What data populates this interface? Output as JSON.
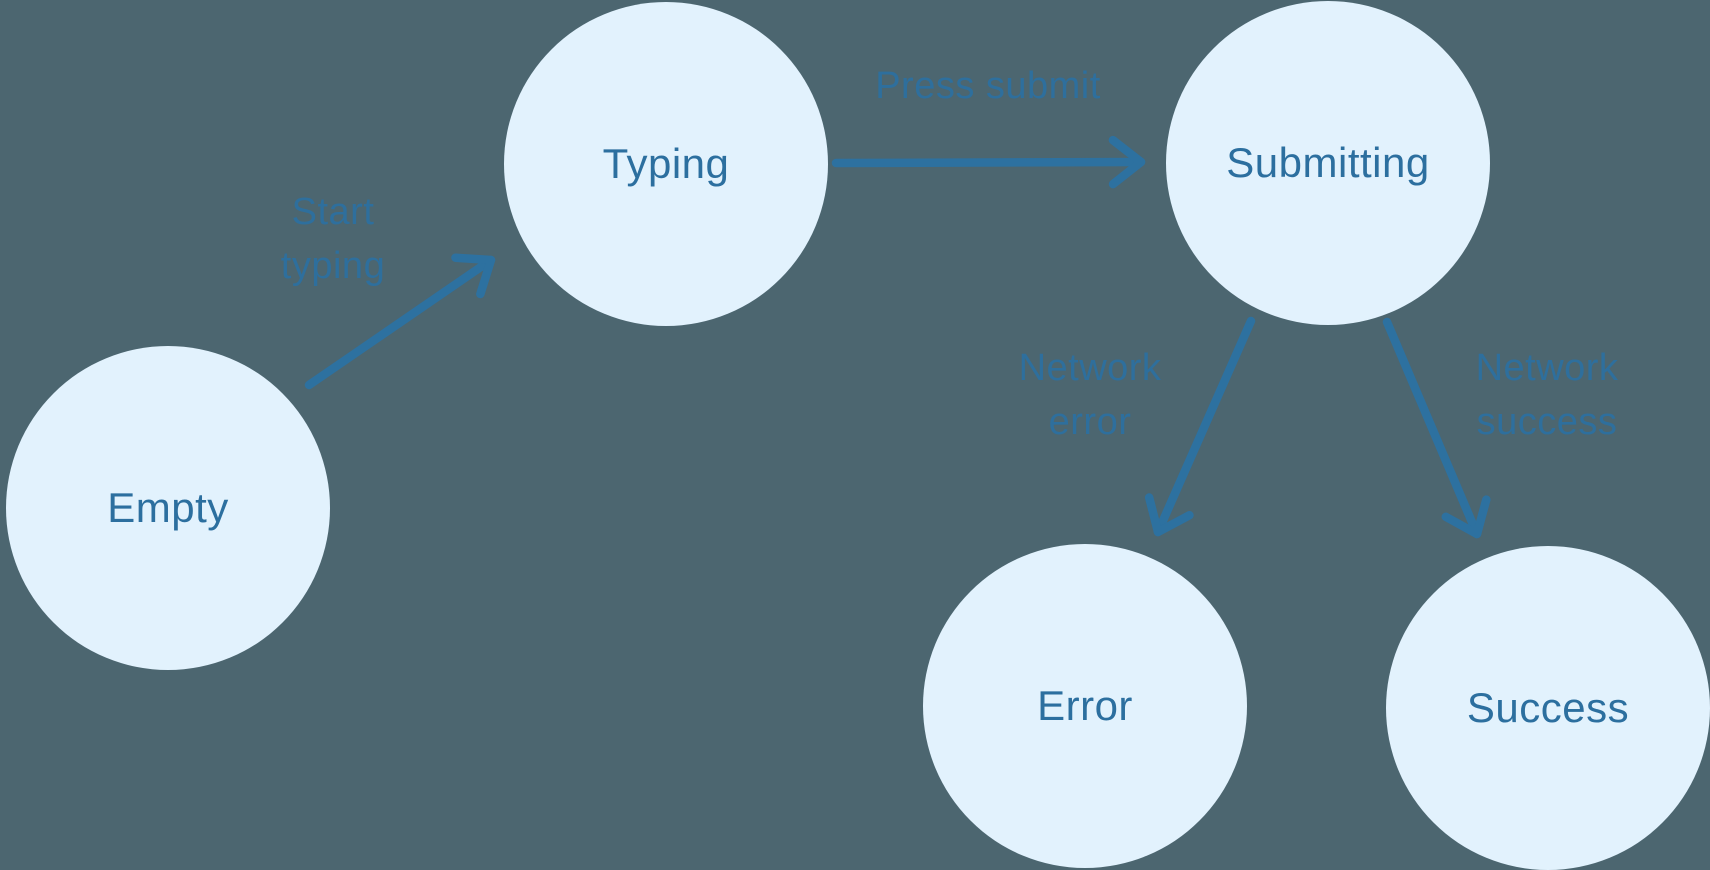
{
  "diagram": {
    "type": "state-machine",
    "states": [
      {
        "id": "empty",
        "label": "Empty"
      },
      {
        "id": "typing",
        "label": "Typing"
      },
      {
        "id": "submitting",
        "label": "Submitting"
      },
      {
        "id": "error",
        "label": "Error"
      },
      {
        "id": "success",
        "label": "Success"
      }
    ],
    "transitions": [
      {
        "from": "empty",
        "to": "typing",
        "label": "Start typing"
      },
      {
        "from": "typing",
        "to": "submitting",
        "label": "Press submit"
      },
      {
        "from": "submitting",
        "to": "error",
        "label": "Network error"
      },
      {
        "from": "submitting",
        "to": "success",
        "label": "Network success"
      }
    ],
    "colors": {
      "background": "#4c6670",
      "node_fill": "#e2f2fd",
      "label_ink": "#2c6f9f",
      "arrow_ink": "#2d71a0"
    }
  }
}
